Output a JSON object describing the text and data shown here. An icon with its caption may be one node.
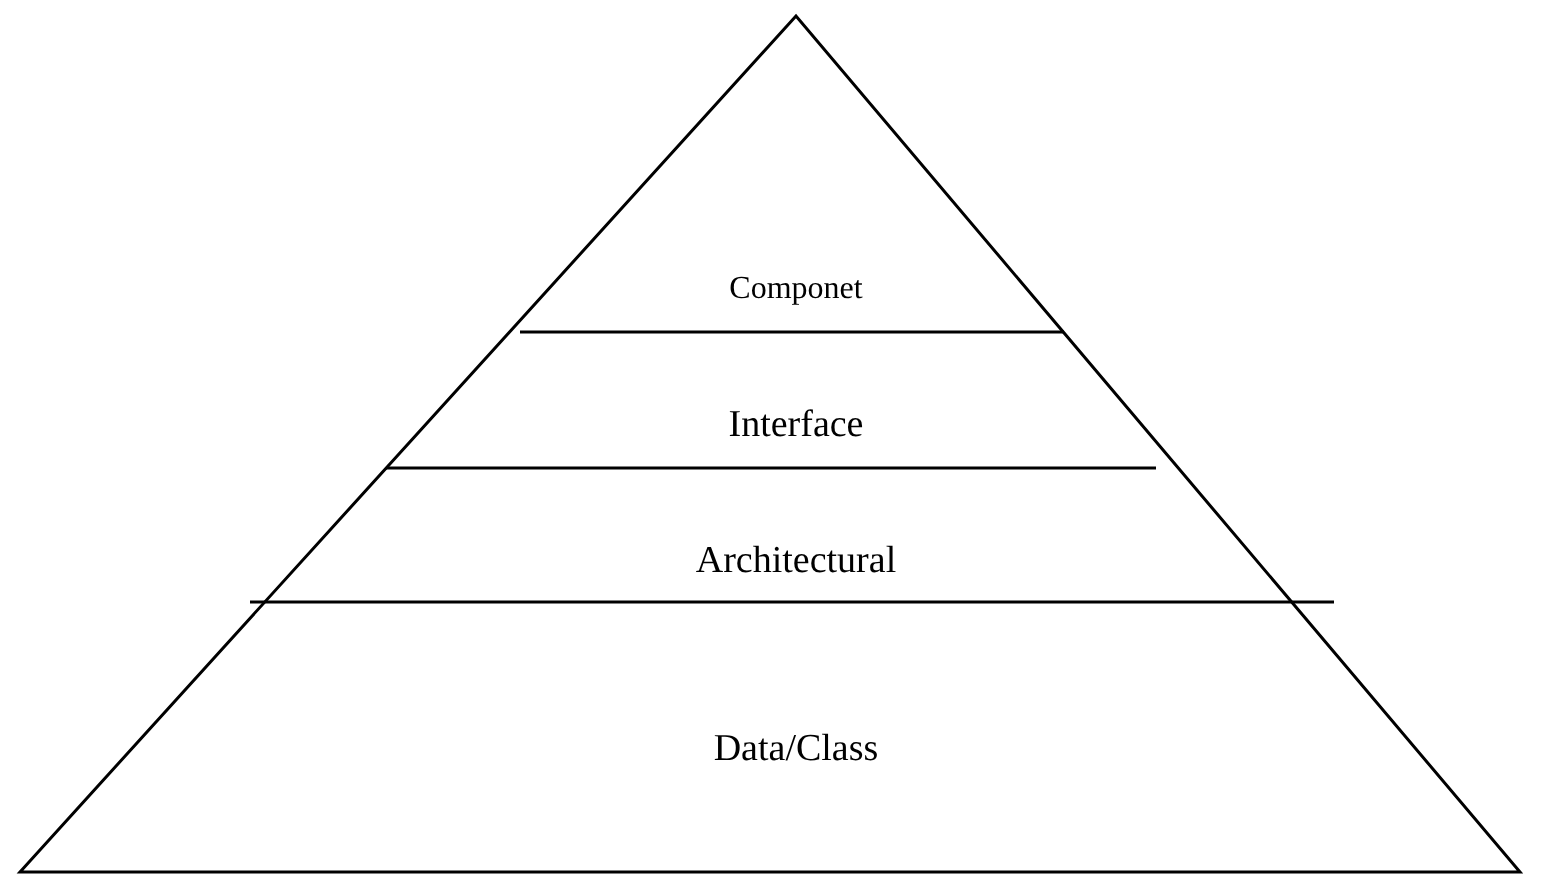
{
  "diagram": {
    "nodes": [
      {
        "text": [
          "Componet"
        ]
      },
      {
        "text": [
          "Interface"
        ]
      },
      {
        "text": [
          "Architectural"
        ]
      },
      {
        "text": [
          "Data/Class"
        ]
      }
    ]
  }
}
